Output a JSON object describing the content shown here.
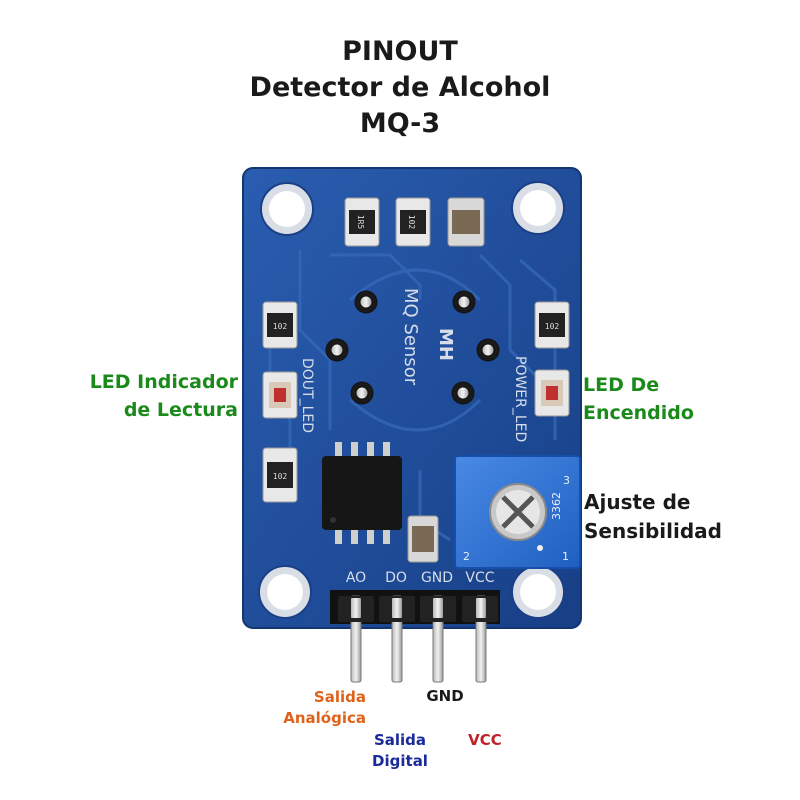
{
  "title": {
    "line1": "PINOUT",
    "line2": "Detector de Alcohol",
    "line3": "MQ-3"
  },
  "annotations": {
    "led_read": {
      "line1": "LED Indicador",
      "line2": "de Lectura"
    },
    "led_power": {
      "line1": "LED De",
      "line2": "Encendido"
    },
    "adjust": {
      "line1": "Ajuste de",
      "line2": "Sensibilidad"
    }
  },
  "pins": {
    "ao": {
      "line1": "Salida",
      "line2": "Analógica"
    },
    "do": {
      "line1": "Salida",
      "line2": "Digital"
    },
    "gnd": {
      "line1": "GND"
    },
    "vcc": {
      "line1": "VCC"
    }
  },
  "board": {
    "silkscreen_sensor": "MQ Sensor",
    "silkscreen_brand": "MH",
    "silkscreen_dout": "DOUT_LED",
    "silkscreen_power": "POWER_LED",
    "pin_header_labels": [
      "AO",
      "DO",
      "GND",
      "VCC"
    ],
    "resistor_codes": [
      "1R5",
      "102",
      "102",
      "102",
      "102"
    ],
    "pot_code": "3362",
    "pot_digits": [
      "3",
      "1",
      "2"
    ]
  },
  "colors": {
    "green": "#1a8a1a",
    "orange": "#e0621a",
    "navy": "#1a2a9a",
    "red": "#c0202a",
    "dark": "#1a1a1a",
    "pcb": "#1f4f9a",
    "pot": "#2f6fcf"
  },
  "icons": [
    "mounting-hole-icon",
    "potentiometer-icon",
    "chip-icon",
    "led-icon",
    "resistor-icon",
    "pin-header-icon"
  ]
}
